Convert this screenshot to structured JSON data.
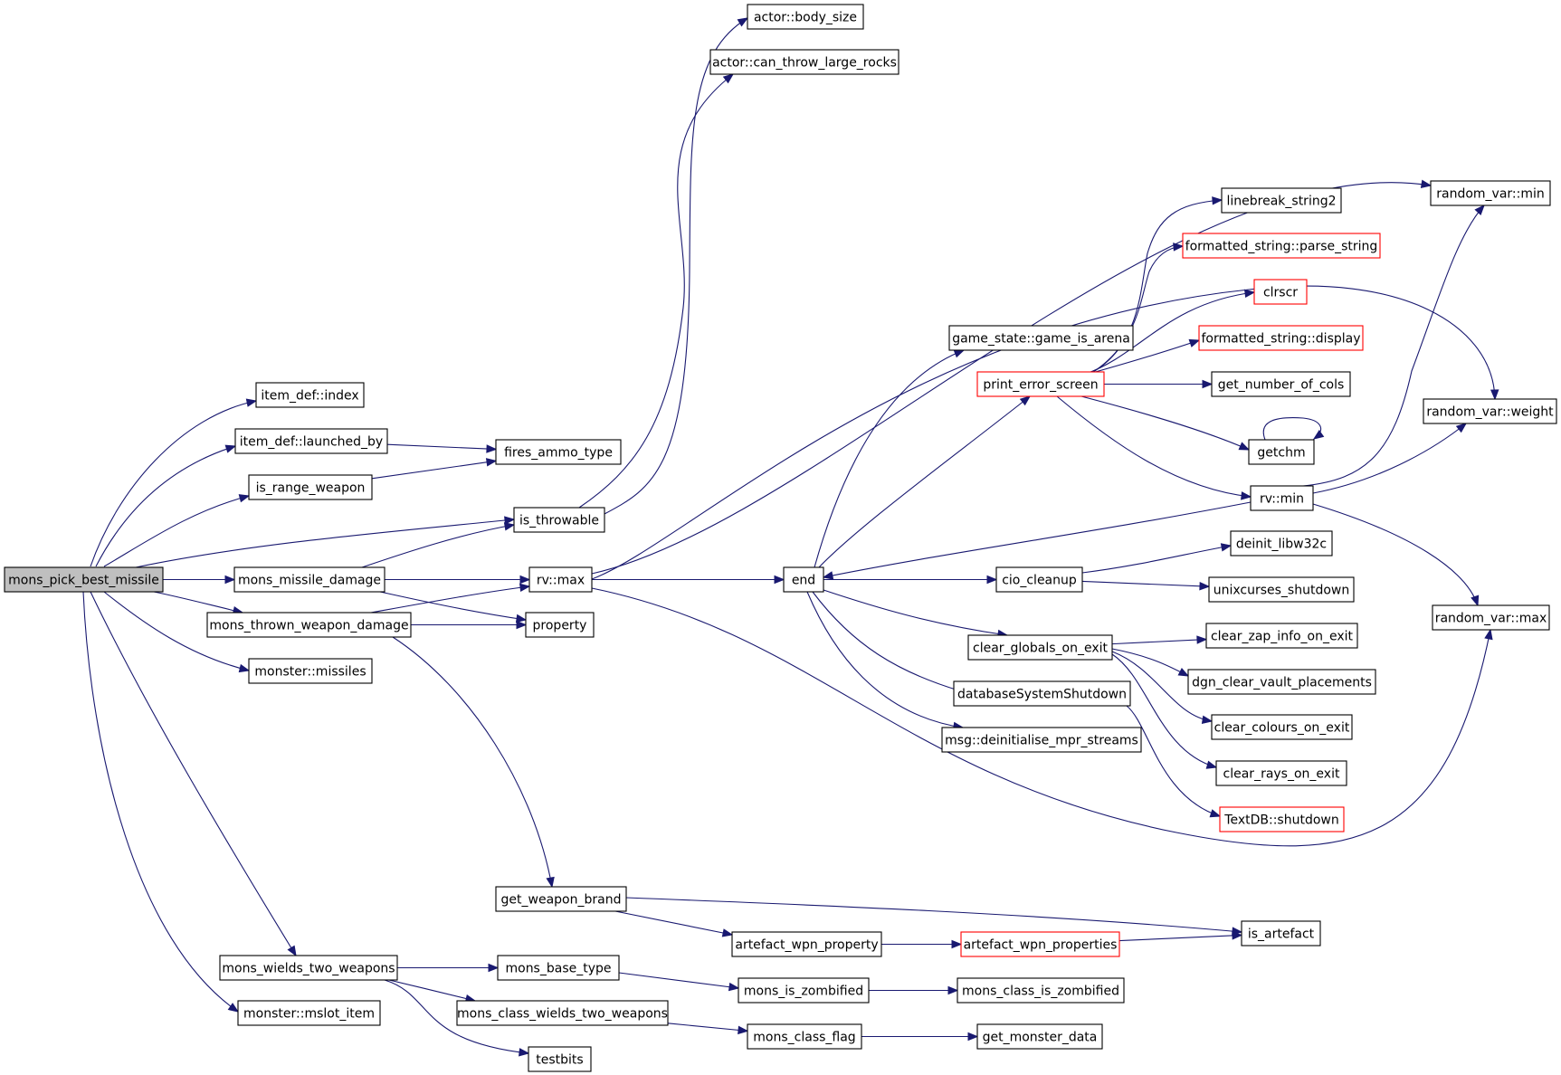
{
  "title": "",
  "colors": {
    "edge": "#191970",
    "node_border": "#000000",
    "highlight_border": "#ff0000",
    "root_fill": "#bfbfbf",
    "background": "#ffffff"
  },
  "nodes": [
    {
      "id": "mons_pick_best_missile",
      "label": "mons_pick_best_missile",
      "root": true
    },
    {
      "id": "item_def_index",
      "label": "item_def::index"
    },
    {
      "id": "item_def_launched_by",
      "label": "item_def::launched_by"
    },
    {
      "id": "is_range_weapon",
      "label": "is_range_weapon"
    },
    {
      "id": "fires_ammo_type",
      "label": "fires_ammo_type"
    },
    {
      "id": "is_throwable",
      "label": "is_throwable"
    },
    {
      "id": "actor_body_size",
      "label": "actor::body_size"
    },
    {
      "id": "actor_can_throw_large_rocks",
      "label": "actor::can_throw_large_rocks"
    },
    {
      "id": "mons_missile_damage",
      "label": "mons_missile_damage"
    },
    {
      "id": "rv_max",
      "label": "rv::max"
    },
    {
      "id": "mons_thrown_weapon_damage",
      "label": "mons_thrown_weapon_damage"
    },
    {
      "id": "property",
      "label": "property"
    },
    {
      "id": "monster_missiles",
      "label": "monster::missiles"
    },
    {
      "id": "end",
      "label": "end"
    },
    {
      "id": "game_state_game_is_arena",
      "label": "game_state::game_is_arena"
    },
    {
      "id": "print_error_screen",
      "label": "print_error_screen",
      "red": true
    },
    {
      "id": "linebreak_string2",
      "label": "linebreak_string2"
    },
    {
      "id": "formatted_string_parse_string",
      "label": "formatted_string::parse_string",
      "red": true
    },
    {
      "id": "clrscr",
      "label": "clrscr",
      "red": true
    },
    {
      "id": "formatted_string_display",
      "label": "formatted_string::display",
      "red": true
    },
    {
      "id": "get_number_of_cols",
      "label": "get_number_of_cols"
    },
    {
      "id": "getchm",
      "label": "getchm"
    },
    {
      "id": "rv_min",
      "label": "rv::min"
    },
    {
      "id": "random_var_min",
      "label": "random_var::min"
    },
    {
      "id": "random_var_weight",
      "label": "random_var::weight"
    },
    {
      "id": "random_var_max",
      "label": "random_var::max"
    },
    {
      "id": "cio_cleanup",
      "label": "cio_cleanup"
    },
    {
      "id": "deinit_libw32c",
      "label": "deinit_libw32c"
    },
    {
      "id": "unixcurses_shutdown",
      "label": "unixcurses_shutdown"
    },
    {
      "id": "clear_globals_on_exit",
      "label": "clear_globals_on_exit"
    },
    {
      "id": "clear_zap_info_on_exit",
      "label": "clear_zap_info_on_exit"
    },
    {
      "id": "dgn_clear_vault_placements",
      "label": "dgn_clear_vault_placements"
    },
    {
      "id": "clear_colours_on_exit",
      "label": "clear_colours_on_exit"
    },
    {
      "id": "clear_rays_on_exit",
      "label": "clear_rays_on_exit"
    },
    {
      "id": "databaseSystemShutdown",
      "label": "databaseSystemShutdown"
    },
    {
      "id": "TextDB_shutdown",
      "label": "TextDB::shutdown",
      "red": true
    },
    {
      "id": "msg_deinitialise_mpr_streams",
      "label": "msg::deinitialise_mpr_streams"
    },
    {
      "id": "get_weapon_brand",
      "label": "get_weapon_brand"
    },
    {
      "id": "artefact_wpn_property",
      "label": "artefact_wpn_property"
    },
    {
      "id": "artefact_wpn_properties",
      "label": "artefact_wpn_properties",
      "red": true
    },
    {
      "id": "is_artefact",
      "label": "is_artefact"
    },
    {
      "id": "mons_wields_two_weapons",
      "label": "mons_wields_two_weapons"
    },
    {
      "id": "mons_base_type",
      "label": "mons_base_type"
    },
    {
      "id": "mons_is_zombified",
      "label": "mons_is_zombified"
    },
    {
      "id": "mons_class_is_zombified",
      "label": "mons_class_is_zombified"
    },
    {
      "id": "mons_class_wields_two_weapons",
      "label": "mons_class_wields_two_weapons"
    },
    {
      "id": "mons_class_flag",
      "label": "mons_class_flag"
    },
    {
      "id": "get_monster_data",
      "label": "get_monster_data"
    },
    {
      "id": "testbits",
      "label": "testbits"
    },
    {
      "id": "monster_mslot_item",
      "label": "monster::mslot_item"
    }
  ],
  "edges": [
    {
      "from": "mons_pick_best_missile",
      "to": "item_def_index"
    },
    {
      "from": "mons_pick_best_missile",
      "to": "item_def_launched_by"
    },
    {
      "from": "mons_pick_best_missile",
      "to": "is_range_weapon"
    },
    {
      "from": "mons_pick_best_missile",
      "to": "is_throwable"
    },
    {
      "from": "mons_pick_best_missile",
      "to": "mons_missile_damage"
    },
    {
      "from": "mons_pick_best_missile",
      "to": "mons_thrown_weapon_damage"
    },
    {
      "from": "mons_pick_best_missile",
      "to": "monster_missiles"
    },
    {
      "from": "mons_pick_best_missile",
      "to": "mons_wields_two_weapons"
    },
    {
      "from": "mons_pick_best_missile",
      "to": "monster_mslot_item"
    },
    {
      "from": "item_def_launched_by",
      "to": "fires_ammo_type"
    },
    {
      "from": "is_range_weapon",
      "to": "fires_ammo_type"
    },
    {
      "from": "is_throwable",
      "to": "actor_body_size"
    },
    {
      "from": "is_throwable",
      "to": "actor_can_throw_large_rocks"
    },
    {
      "from": "mons_missile_damage",
      "to": "is_throwable"
    },
    {
      "from": "mons_missile_damage",
      "to": "rv_max"
    },
    {
      "from": "mons_missile_damage",
      "to": "property"
    },
    {
      "from": "mons_thrown_weapon_damage",
      "to": "rv_max"
    },
    {
      "from": "mons_thrown_weapon_damage",
      "to": "property"
    },
    {
      "from": "mons_thrown_weapon_damage",
      "to": "get_weapon_brand"
    },
    {
      "from": "rv_max",
      "to": "end"
    },
    {
      "from": "rv_max",
      "to": "random_var_min"
    },
    {
      "from": "rv_max",
      "to": "random_var_weight"
    },
    {
      "from": "rv_max",
      "to": "random_var_max"
    },
    {
      "from": "end",
      "to": "game_state_game_is_arena"
    },
    {
      "from": "end",
      "to": "print_error_screen"
    },
    {
      "from": "end",
      "to": "cio_cleanup"
    },
    {
      "from": "end",
      "to": "clear_globals_on_exit"
    },
    {
      "from": "end",
      "to": "databaseSystemShutdown"
    },
    {
      "from": "end",
      "to": "msg_deinitialise_mpr_streams"
    },
    {
      "from": "print_error_screen",
      "to": "linebreak_string2"
    },
    {
      "from": "print_error_screen",
      "to": "formatted_string_parse_string"
    },
    {
      "from": "print_error_screen",
      "to": "clrscr"
    },
    {
      "from": "print_error_screen",
      "to": "formatted_string_display"
    },
    {
      "from": "print_error_screen",
      "to": "get_number_of_cols"
    },
    {
      "from": "print_error_screen",
      "to": "getchm"
    },
    {
      "from": "print_error_screen",
      "to": "rv_min"
    },
    {
      "from": "getchm",
      "to": "getchm"
    },
    {
      "from": "rv_min",
      "to": "end"
    },
    {
      "from": "rv_min",
      "to": "random_var_min"
    },
    {
      "from": "rv_min",
      "to": "random_var_weight"
    },
    {
      "from": "rv_min",
      "to": "random_var_max"
    },
    {
      "from": "cio_cleanup",
      "to": "deinit_libw32c"
    },
    {
      "from": "cio_cleanup",
      "to": "unixcurses_shutdown"
    },
    {
      "from": "clear_globals_on_exit",
      "to": "clear_zap_info_on_exit"
    },
    {
      "from": "clear_globals_on_exit",
      "to": "dgn_clear_vault_placements"
    },
    {
      "from": "clear_globals_on_exit",
      "to": "clear_colours_on_exit"
    },
    {
      "from": "clear_globals_on_exit",
      "to": "clear_rays_on_exit"
    },
    {
      "from": "databaseSystemShutdown",
      "to": "TextDB_shutdown"
    },
    {
      "from": "get_weapon_brand",
      "to": "artefact_wpn_property"
    },
    {
      "from": "get_weapon_brand",
      "to": "is_artefact"
    },
    {
      "from": "artefact_wpn_property",
      "to": "artefact_wpn_properties"
    },
    {
      "from": "artefact_wpn_properties",
      "to": "is_artefact"
    },
    {
      "from": "mons_wields_two_weapons",
      "to": "mons_base_type"
    },
    {
      "from": "mons_wields_two_weapons",
      "to": "mons_class_wields_two_weapons"
    },
    {
      "from": "mons_wields_two_weapons",
      "to": "testbits"
    },
    {
      "from": "mons_base_type",
      "to": "mons_is_zombified"
    },
    {
      "from": "mons_is_zombified",
      "to": "mons_class_is_zombified"
    },
    {
      "from": "mons_class_wields_two_weapons",
      "to": "mons_class_flag"
    },
    {
      "from": "mons_class_flag",
      "to": "get_monster_data"
    }
  ]
}
